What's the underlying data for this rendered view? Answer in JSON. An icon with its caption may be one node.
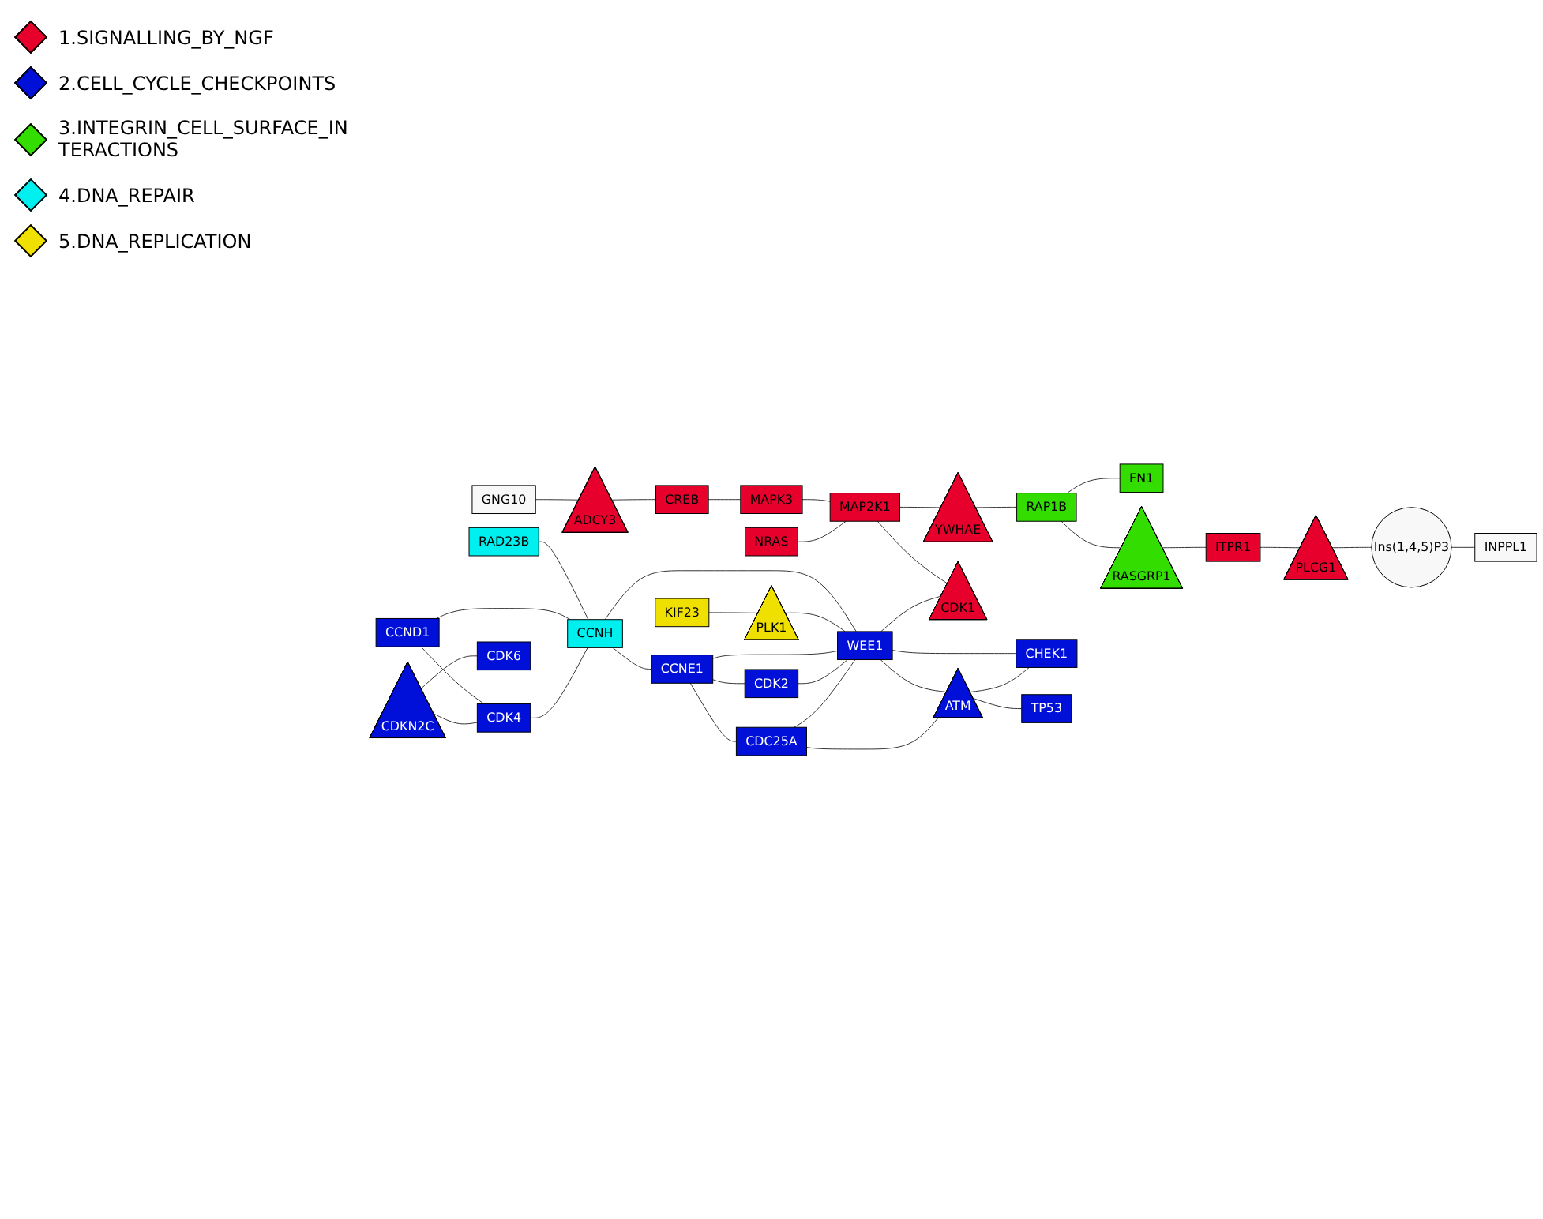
{
  "diagram": {
    "nodes": [
      {
        "text": [
          "GNG10"
        ]
      },
      {
        "text": [
          "ADCY3"
        ]
      },
      {
        "text": [
          "CREB"
        ]
      },
      {
        "text": [
          "MAPK3"
        ]
      },
      {
        "text": [
          "RAD23B"
        ]
      },
      {
        "text": [
          "KIF23"
        ]
      },
      {
        "text": [
          "CCND1"
        ]
      },
      {
        "text": [
          "CDKN2C"
        ]
      },
      {
        "text": [
          "CDK4"
        ]
      },
      {
        "text": [
          "CCNH"
        ]
      },
      {
        "text": [
          "PLK1"
        ]
      },
      {
        "text": [
          "NRAS"
        ]
      },
      {
        "text": [
          "MAP2K1"
        ]
      },
      {
        "text": [
          "YWHAE"
        ]
      },
      {
        "text": [
          "RAP1B"
        ]
      },
      {
        "text": [
          "FN1"
        ]
      },
      {
        "text": [
          "CDK6"
        ]
      },
      {
        "text": [
          "RASGRP1"
        ]
      },
      {
        "text": [
          "CCNE1"
        ]
      },
      {
        "text": [
          "WEE1"
        ]
      },
      {
        "text": [
          "CDK1"
        ]
      },
      {
        "text": [
          "CDK2"
        ]
      },
      {
        "text": [
          "ITPR1"
        ]
      },
      {
        "text": [
          "CHEK1"
        ]
      },
      {
        "text": [
          "PLCG1"
        ]
      },
      {
        "text": [
          "CDC25A"
        ]
      },
      {
        "text": [
          "ATM"
        ]
      },
      {
        "text": [
          "TP53"
        ]
      },
      {
        "text": [
          "Ins(1,4,5)P3"
        ]
      },
      {
        "text": [
          "INPPL1"
        ]
      }
    ],
    "edges": [
      {
        "from": 0,
        "to": 1,
        "arrow": "none"
      },
      {
        "from": 1,
        "to": 2,
        "arrow": "none"
      },
      {
        "from": 2,
        "to": 3,
        "arrow": "none"
      },
      {
        "from": 3,
        "to": 12,
        "arrow": "none"
      },
      {
        "from": 11,
        "to": 12,
        "arrow": "none"
      },
      {
        "from": 12,
        "to": 13,
        "arrow": "none"
      },
      {
        "from": 13,
        "to": 14,
        "arrow": "none"
      },
      {
        "from": 14,
        "to": 15,
        "arrow": "none"
      },
      {
        "from": 12,
        "to": 20,
        "arrow": "none"
      },
      {
        "from": 14,
        "to": 17,
        "arrow": "none"
      },
      {
        "from": 17,
        "to": 22,
        "arrow": "none"
      },
      {
        "from": 22,
        "to": 24,
        "arrow": "none"
      },
      {
        "from": 24,
        "to": 28,
        "arrow": "none"
      },
      {
        "from": 28,
        "to": 29,
        "arrow": "none"
      },
      {
        "from": 4,
        "to": 9,
        "arrow": "none"
      },
      {
        "from": 6,
        "to": 8,
        "arrow": "none"
      },
      {
        "from": 6,
        "to": 9,
        "arrow": "none"
      },
      {
        "from": 7,
        "to": 8,
        "arrow": "none"
      },
      {
        "from": 8,
        "to": 9,
        "arrow": "none"
      },
      {
        "from": 7,
        "to": 16,
        "arrow": "none"
      },
      {
        "from": 9,
        "to": 18,
        "arrow": "none"
      },
      {
        "from": 9,
        "to": 19,
        "arrow": "none"
      },
      {
        "from": 5,
        "to": 10,
        "arrow": "none"
      },
      {
        "from": 10,
        "to": 19,
        "arrow": "none"
      },
      {
        "from": 18,
        "to": 19,
        "arrow": "none"
      },
      {
        "from": 18,
        "to": 21,
        "arrow": "none"
      },
      {
        "from": 18,
        "to": 25,
        "arrow": "none"
      },
      {
        "from": 21,
        "to": 19,
        "arrow": "none"
      },
      {
        "from": 25,
        "to": 19,
        "arrow": "none"
      },
      {
        "from": 19,
        "to": 20,
        "arrow": "none"
      },
      {
        "from": 19,
        "to": 23,
        "arrow": "none"
      },
      {
        "from": 19,
        "to": 26,
        "arrow": "none"
      },
      {
        "from": 25,
        "to": 26,
        "arrow": "none"
      },
      {
        "from": 26,
        "to": 23,
        "arrow": "none"
      },
      {
        "from": 26,
        "to": 27,
        "arrow": "none"
      }
    ],
    "legend": [
      {
        "text": "1.SIGNALLING_BY_NGF",
        "color": "#e8002c"
      },
      {
        "text": "2.CELL_CYCLE_CHECKPOINTS",
        "color": "#0010d8"
      },
      {
        "text": "3.INTEGRIN_CELL_SURFACE_INTERACTIONS",
        "color": "#33dd00"
      },
      {
        "text": "4.DNA_REPAIR",
        "color": "#00f0f0"
      },
      {
        "text": "5.DNA_REPLICATION",
        "color": "#f0e000"
      }
    ]
  }
}
